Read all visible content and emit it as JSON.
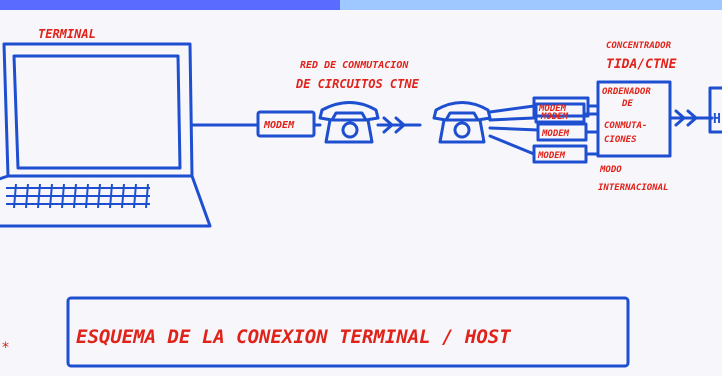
{
  "labels": {
    "terminal": "TERMINAL",
    "network_line1": "RED DE CONMUTACION",
    "network_line2": "DE CIRCUITOS CTNE",
    "modem": "MODEM",
    "bank_modem_1": "MODEM",
    "bank_modem_2": "MODEM",
    "bank_modem_3": "MODEM",
    "bank_modem_4": "MODEM",
    "concentrator_line1": "CONCENTRADOR",
    "concentrator_line2": "TIDA/CTNE",
    "switch_line1": "ORDENADOR",
    "switch_line2": "DE",
    "switch_line3": "CONMUTA-",
    "switch_line4": "CIONES",
    "mode_line1": "MODO",
    "mode_line2": "INTERNACIONAL",
    "host_partial": "H",
    "caption": "ESQUEMA DE LA CONEXION TERMINAL / HOST"
  },
  "colors": {
    "ink_blue": "#1f4fd1",
    "ink_red": "#e0231a",
    "paper": "#f7f7fb"
  }
}
